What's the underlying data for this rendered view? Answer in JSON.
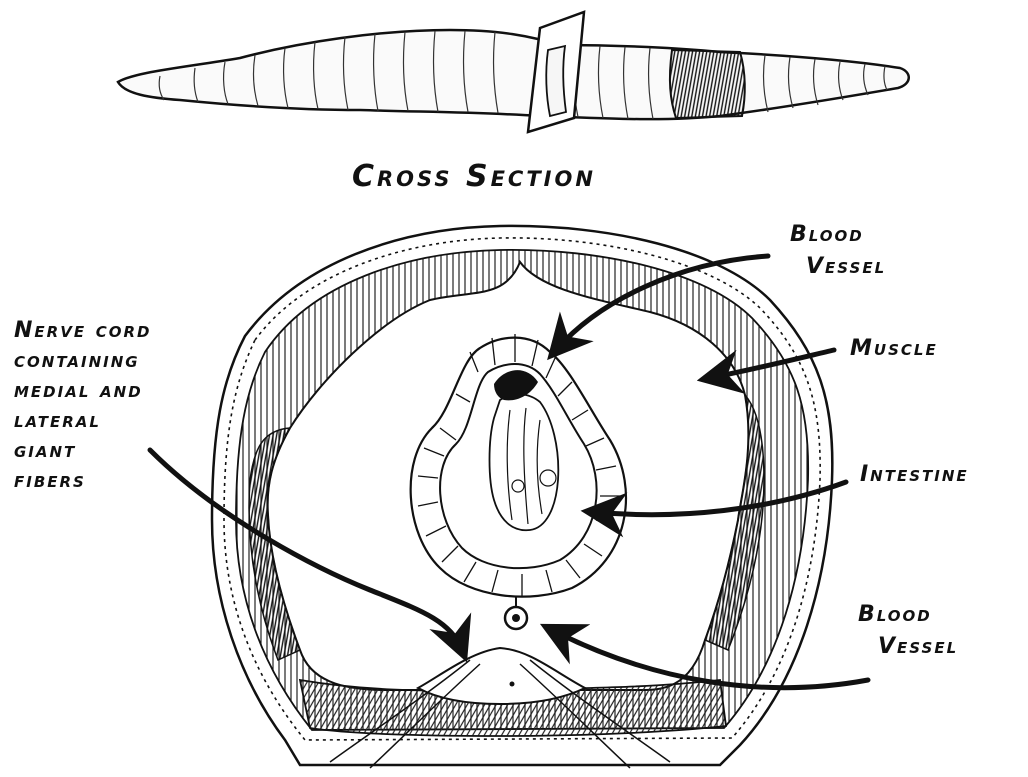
{
  "diagram": {
    "title": "Cross Section",
    "labels": {
      "blood_vessel_top": [
        "Blood",
        "Vessel"
      ],
      "muscle": "Muscle",
      "intestine": "Intestine",
      "blood_vessel_bottom": [
        "Blood",
        "Vessel"
      ],
      "nerve_cord": [
        "Nerve cord",
        "containing",
        "medial and",
        "lateral",
        "giant",
        "fibers"
      ]
    },
    "colors": {
      "ink": "#111111",
      "background": "#ffffff"
    }
  }
}
